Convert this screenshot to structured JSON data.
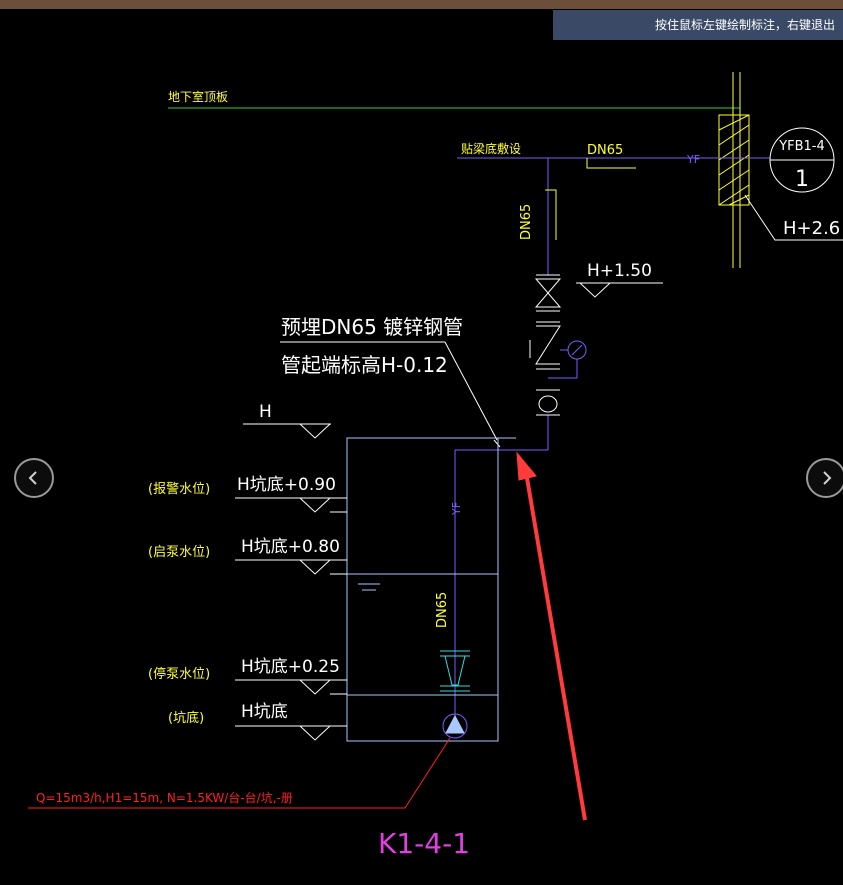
{
  "window": {
    "hint_text": "按住鼠标左键绘制标注，右键退出"
  },
  "nav": {
    "prev_icon": "chevron-left-icon",
    "next_icon": "chevron-right-icon"
  },
  "drawing": {
    "labels": {
      "basement_roof": "地下室顶板",
      "ceiling_laying": "贴梁底敷设",
      "dn65_horizontal": "DN65",
      "dn65_vertical": "DN65",
      "dn65_pit": "DN65",
      "yf_horizontal": "YF",
      "yf_vertical": "YF",
      "pump_tag_top": "YFB1-4",
      "pump_tag_bottom": "1",
      "level_outlet": "H+2.6",
      "level_valve": "H+1.50",
      "embed_note_line1": "预埋DN65 镀锌钢管",
      "embed_note_line2": "管起端标高H-0.12",
      "level_h": "H",
      "alarm_level_label": "(报警水位)",
      "alarm_level_value": "H坑底+0.90",
      "start_level_label": "(启泵水位)",
      "start_level_value": "H坑底+0.80",
      "stop_level_label": "(停泵水位)",
      "stop_level_value": "H坑底+0.25",
      "pit_bottom_label": "(坑底)",
      "pit_bottom_value": "H坑底",
      "pump_spec": "Q=15m3/h,H1=15m, N=1.5KW/台-台/坑,-册",
      "diagram_id": "K1-4-1"
    },
    "colors": {
      "yellow": "#ffff33",
      "white": "#ffffff",
      "green": "#33cc33",
      "blue_purple": "#7b5cff",
      "light_blue": "#a8c8ff",
      "cyan": "#33dddd",
      "red": "#ff2020",
      "magenta": "#e040e0",
      "annotation_red": "#ff3b3b"
    }
  }
}
